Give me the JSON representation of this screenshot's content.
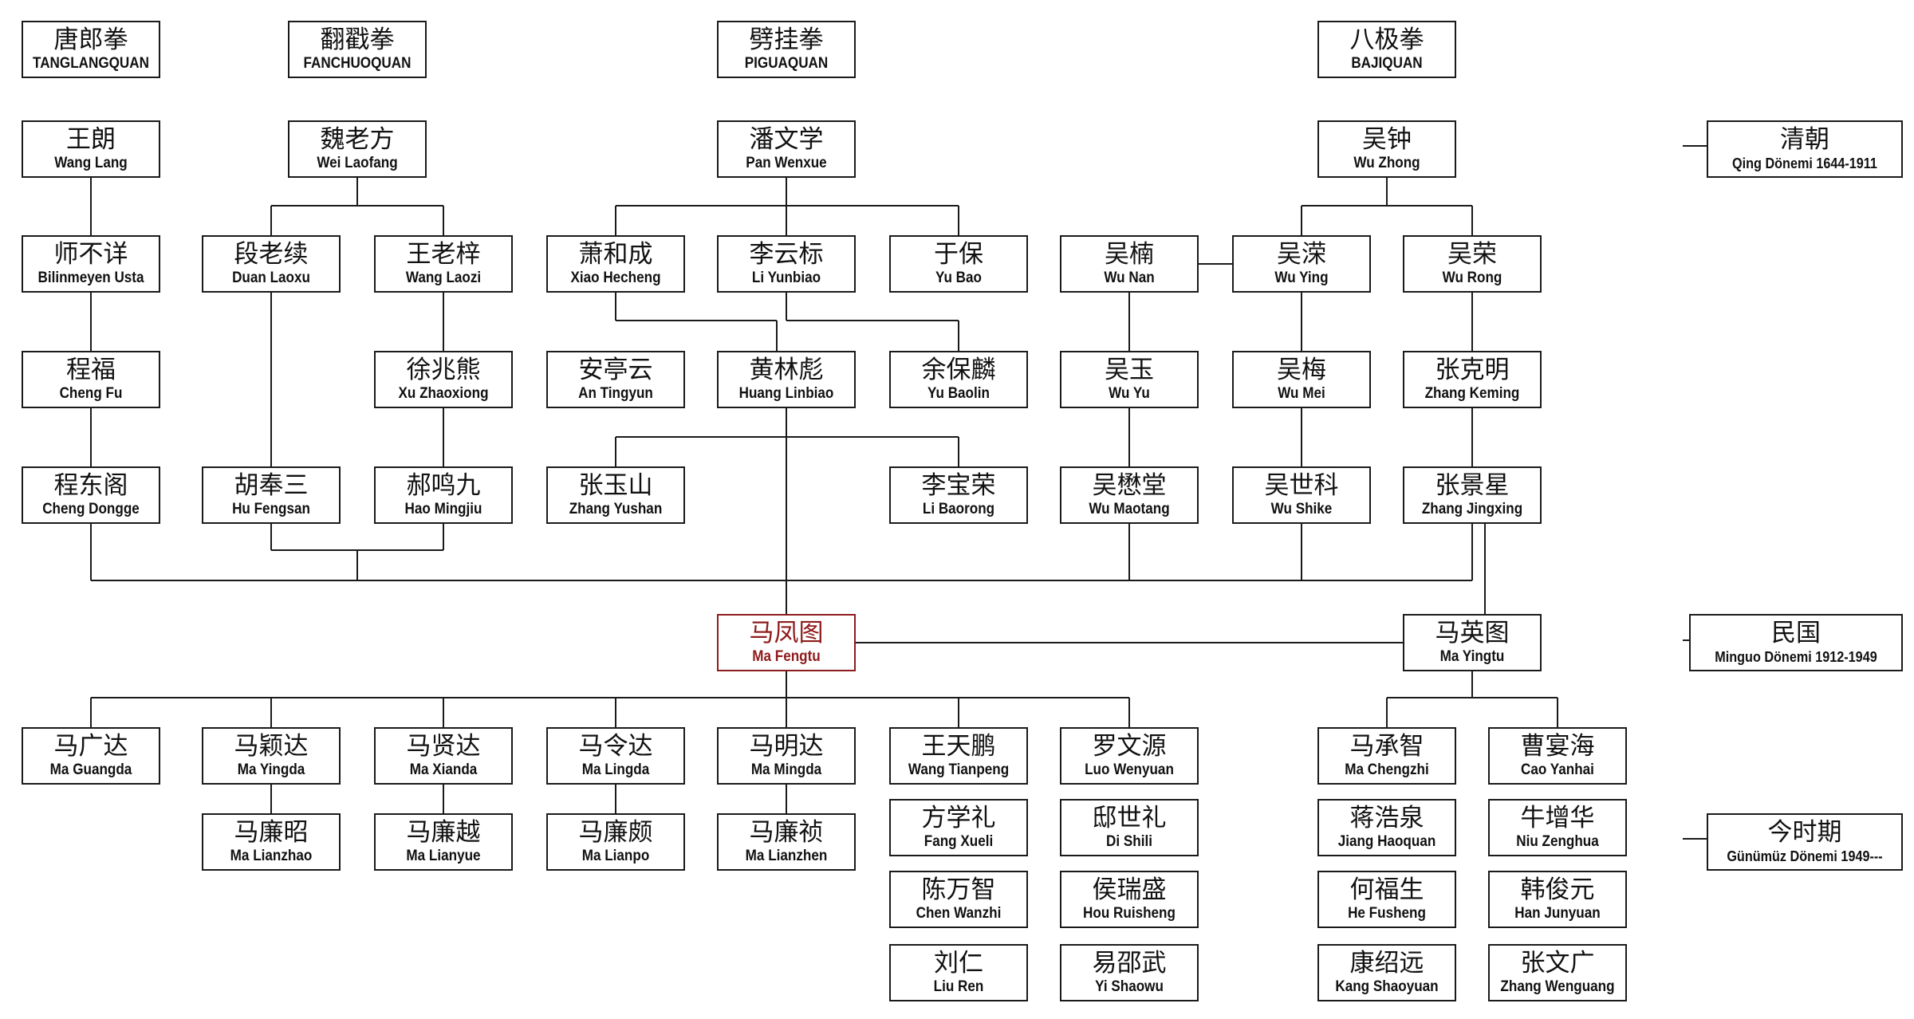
{
  "styles": [
    "TANGLANGQUAN",
    "FANCHUOQUAN",
    "PIGUAQUAN",
    "BAJIQUAN"
  ],
  "nodes": {
    "tanglangquan": {
      "cn": "唐郎拳",
      "en": "TANGLANGQUAN"
    },
    "fanchuoquan": {
      "cn": "翻戳拳",
      "en": "FANCHUOQUAN"
    },
    "piguaquan": {
      "cn": "劈挂拳",
      "en": "PIGUAQUAN"
    },
    "bajiquan": {
      "cn": "八极拳",
      "en": "BAJIQUAN"
    },
    "wang_lang": {
      "cn": "王朗",
      "en": "Wang Lang"
    },
    "wei_laofang": {
      "cn": "魏老方",
      "en": "Wei Laofang"
    },
    "pan_wenxue": {
      "cn": "潘文学",
      "en": "Pan Wenxue"
    },
    "wu_zhong": {
      "cn": "吴钟",
      "en": "Wu Zhong"
    },
    "bilinmeyen_usta": {
      "cn": "师不详",
      "en": "Bilinmeyen Usta"
    },
    "duan_laoxu": {
      "cn": "段老续",
      "en": "Duan Laoxu"
    },
    "wang_laozi": {
      "cn": "王老梓",
      "en": "Wang Laozi"
    },
    "xiao_hecheng": {
      "cn": "萧和成",
      "en": "Xiao Hecheng"
    },
    "li_yunbiao": {
      "cn": "李云标",
      "en": "Li Yunbiao"
    },
    "yu_bao": {
      "cn": "于保",
      "en": "Yu Bao"
    },
    "wu_nan": {
      "cn": "吴楠",
      "en": "Wu Nan"
    },
    "wu_ying": {
      "cn": "吴溁",
      "en": "Wu Ying"
    },
    "wu_rong": {
      "cn": "吴荣",
      "en": "Wu Rong"
    },
    "cheng_fu": {
      "cn": "程福",
      "en": "Cheng Fu"
    },
    "xu_zhaoxiong": {
      "cn": "徐兆熊",
      "en": "Xu Zhaoxiong"
    },
    "an_tingyun": {
      "cn": "安亭云",
      "en": "An Tingyun"
    },
    "huang_linbiao": {
      "cn": "黄林彪",
      "en": "Huang Linbiao"
    },
    "yu_baolin": {
      "cn": "余保麟",
      "en": "Yu Baolin"
    },
    "wu_yu": {
      "cn": "吴玉",
      "en": "Wu Yu"
    },
    "wu_mei": {
      "cn": "吴梅",
      "en": "Wu Mei"
    },
    "zhang_keming": {
      "cn": "张克明",
      "en": "Zhang Keming"
    },
    "cheng_dongge": {
      "cn": "程东阁",
      "en": "Cheng Dongge"
    },
    "hu_fengsan": {
      "cn": "胡奉三",
      "en": "Hu Fengsan"
    },
    "hao_mingjiu": {
      "cn": "郝鸣九",
      "en": "Hao Mingjiu"
    },
    "zhang_yushan": {
      "cn": "张玉山",
      "en": "Zhang Yushan"
    },
    "li_baorong": {
      "cn": "李宝荣",
      "en": "Li Baorong"
    },
    "wu_maotang": {
      "cn": "吴懋堂",
      "en": "Wu Maotang"
    },
    "wu_shike": {
      "cn": "吴世科",
      "en": "Wu Shike"
    },
    "zhang_jingxing": {
      "cn": "张景星",
      "en": "Zhang Jingxing"
    },
    "ma_fengtu": {
      "cn": "马凤图",
      "en": "Ma Fengtu"
    },
    "ma_yingtu": {
      "cn": "马英图",
      "en": "Ma Yingtu"
    },
    "ma_guangda": {
      "cn": "马广达",
      "en": "Ma Guangda"
    },
    "ma_yingda": {
      "cn": "马颖达",
      "en": "Ma Yingda"
    },
    "ma_xianda": {
      "cn": "马贤达",
      "en": "Ma Xianda"
    },
    "ma_lingda": {
      "cn": "马令达",
      "en": "Ma Lingda"
    },
    "ma_mingda": {
      "cn": "马明达",
      "en": "Ma Mingda"
    },
    "wang_tianpeng": {
      "cn": "王天鹏",
      "en": "Wang Tianpeng"
    },
    "luo_wenyuan": {
      "cn": "罗文源",
      "en": "Luo Wenyuan"
    },
    "ma_chengzhi": {
      "cn": "马承智",
      "en": "Ma Chengzhi"
    },
    "cao_yanhai": {
      "cn": "曹宴海",
      "en": "Cao Yanhai"
    },
    "ma_lianzhao": {
      "cn": "马廉昭",
      "en": "Ma Lianzhao"
    },
    "ma_lianyue": {
      "cn": "马廉越",
      "en": "Ma Lianyue"
    },
    "ma_lianpo": {
      "cn": "马廉颇",
      "en": "Ma Lianpo"
    },
    "ma_lianzhen": {
      "cn": "马廉祯",
      "en": "Ma Lianzhen"
    },
    "fang_xueli": {
      "cn": "方学礼",
      "en": "Fang Xueli"
    },
    "di_shili": {
      "cn": "邸世礼",
      "en": "Di Shili"
    },
    "jiang_haoquan": {
      "cn": "蒋浩泉",
      "en": "Jiang Haoquan"
    },
    "niu_zenghua": {
      "cn": "牛增华",
      "en": "Niu Zenghua"
    },
    "chen_wanzhi": {
      "cn": "陈万智",
      "en": "Chen Wanzhi"
    },
    "hou_ruisheng": {
      "cn": "侯瑞盛",
      "en": "Hou Ruisheng"
    },
    "he_fusheng": {
      "cn": "何福生",
      "en": "He Fusheng"
    },
    "han_junyuan": {
      "cn": "韩俊元",
      "en": "Han Junyuan"
    },
    "liu_ren": {
      "cn": "刘仁",
      "en": "Liu Ren"
    },
    "yi_shaowu": {
      "cn": "易邵武",
      "en": "Yi Shaowu"
    },
    "kang_shaoyuan": {
      "cn": "康绍远",
      "en": "Kang Shaoyuan"
    },
    "zhang_wenguang": {
      "cn": "张文广",
      "en": "Zhang Wenguang"
    }
  },
  "eras": {
    "qing": {
      "cn": "清朝",
      "en": "Qing Dönemi 1644-1911"
    },
    "minguo": {
      "cn": "民国",
      "en": "Minguo Dönemi 1912-1949"
    },
    "today": {
      "cn": "今时期",
      "en": "Günümüz Dönemi 1949---"
    }
  },
  "colors": {
    "line": "#1a1a1a",
    "highlight": "#8e1b1b",
    "background": "#ffffff"
  }
}
